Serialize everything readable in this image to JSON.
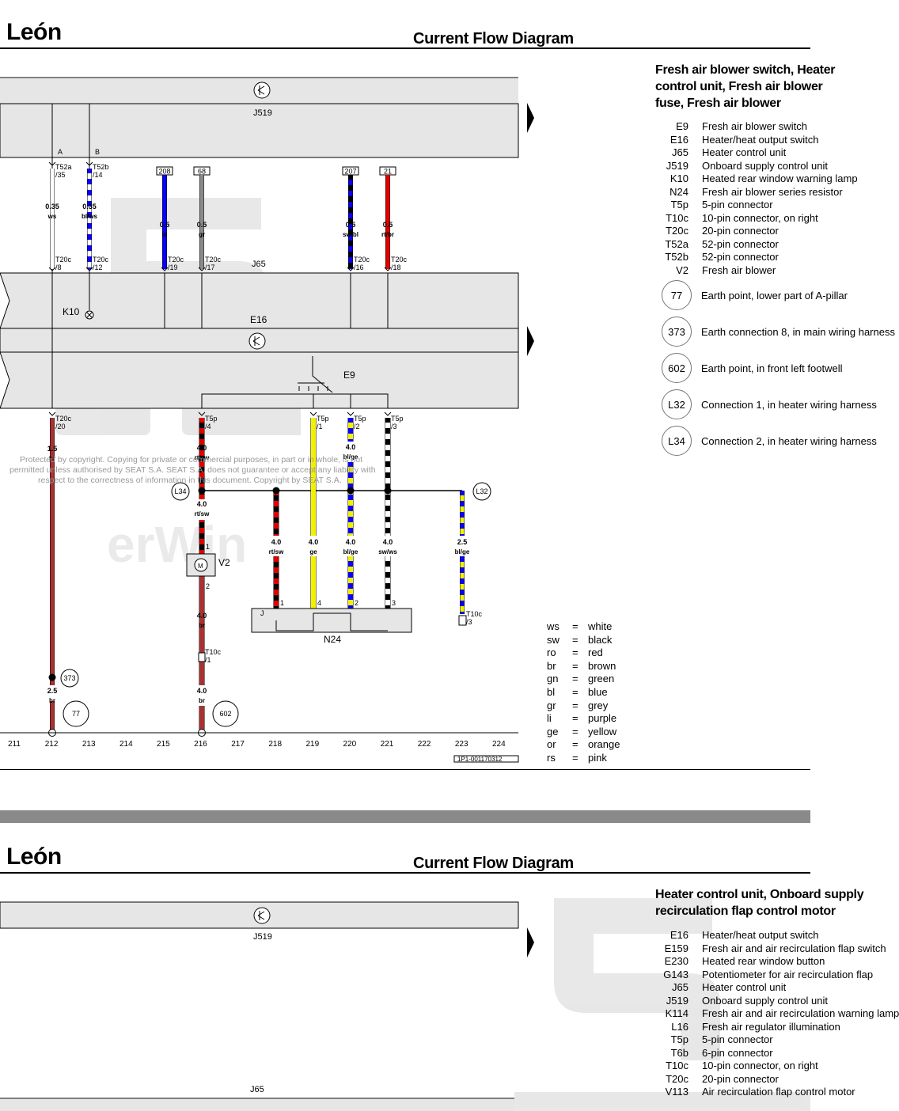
{
  "pages": [
    {
      "brand": "León",
      "title": "Current Flow Diagram",
      "diagram_title_lines": [
        "Fresh air blower switch, Heater",
        "control unit, Fresh air blower",
        "fuse, Fresh air blower"
      ],
      "legend": [
        {
          "code": "E9",
          "text": "Fresh air blower switch"
        },
        {
          "code": "E16",
          "text": "Heater/heat output switch"
        },
        {
          "code": "J65",
          "text": "Heater control unit"
        },
        {
          "code": "J519",
          "text": "Onboard supply control unit"
        },
        {
          "code": "K10",
          "text": "Heated rear window warning lamp"
        },
        {
          "code": "N24",
          "text": "Fresh air blower series resistor"
        },
        {
          "code": "T5p",
          "text": "5-pin connector"
        },
        {
          "code": "T10c",
          "text": "10-pin connector, on right"
        },
        {
          "code": "T20c",
          "text": "20-pin connector"
        },
        {
          "code": "T52a",
          "text": "52-pin connector"
        },
        {
          "code": "T52b",
          "text": "52-pin connector"
        },
        {
          "code": "V2",
          "text": "Fresh air blower"
        }
      ],
      "circle_legend": [
        {
          "code": "77",
          "text": "Earth point, lower part of A-pillar"
        },
        {
          "code": "373",
          "text": "Earth connection 8, in main wiring harness"
        },
        {
          "code": "602",
          "text": "Earth point, in front left footwell"
        },
        {
          "code": "L32",
          "text": "Connection 1, in heater wiring harness"
        },
        {
          "code": "L34",
          "text": "Connection 2, in heater wiring harness"
        }
      ],
      "wire_colors": [
        {
          "abbr": "ws",
          "name": "white"
        },
        {
          "abbr": "sw",
          "name": "black"
        },
        {
          "abbr": "ro",
          "name": "red"
        },
        {
          "abbr": "br",
          "name": "brown"
        },
        {
          "abbr": "gn",
          "name": "green"
        },
        {
          "abbr": "bl",
          "name": "blue"
        },
        {
          "abbr": "gr",
          "name": "grey"
        },
        {
          "abbr": "li",
          "name": "purple"
        },
        {
          "abbr": "ge",
          "name": "yellow"
        },
        {
          "abbr": "or",
          "name": "orange"
        },
        {
          "abbr": "rs",
          "name": "pink"
        }
      ],
      "copyright": [
        "Protected by copyright. Copying for private or commercial purposes, in part or in whole, is not",
        "permitted unless authorised by SEAT S.A. SEAT S.A. does not guarantee or accept any liability with",
        "respect to the correctness of information in this document. Copyright by SEAT S.A."
      ],
      "watermark": "erWin",
      "doc_number": "1P1-001170312",
      "components": {
        "j519": "J519",
        "j65": "J65",
        "k10": "K10",
        "e16": "E16",
        "e9": "E9",
        "v2": "V2",
        "n24": "N24",
        "j": "J",
        "motor": "M"
      },
      "tracks": [
        "211",
        "212",
        "213",
        "214",
        "215",
        "216",
        "217",
        "218",
        "219",
        "220",
        "221",
        "222",
        "223",
        "224"
      ],
      "top_letters": [
        "A",
        "B"
      ],
      "fuse_numbers": [
        "208",
        "68",
        "207",
        "21"
      ],
      "connector_labels": [
        {
          "name": "T52a",
          "pin": "/35"
        },
        {
          "name": "T52b",
          "pin": "/14"
        },
        {
          "name": "T20c",
          "pin": "/8"
        },
        {
          "name": "T20c",
          "pin": "/12"
        },
        {
          "name": "T20c",
          "pin": "/19"
        },
        {
          "name": "T20c",
          "pin": "/17"
        },
        {
          "name": "T20c",
          "pin": "/16"
        },
        {
          "name": "T20c",
          "pin": "/18"
        },
        {
          "name": "T20c",
          "pin": "/20"
        },
        {
          "name": "T5p",
          "pin": "/4"
        },
        {
          "name": "T5p",
          "pin": "/1"
        },
        {
          "name": "T5p",
          "pin": "/2"
        },
        {
          "name": "T5p",
          "pin": "/3"
        },
        {
          "name": "T10c",
          "pin": "/1"
        },
        {
          "name": "T10c",
          "pin": "/3"
        }
      ],
      "wire_labels": [
        {
          "size": "0.35",
          "color": "ws"
        },
        {
          "size": "0.35",
          "color": "bl/ws"
        },
        {
          "size": "0.5",
          "color": "bl"
        },
        {
          "size": "0.5",
          "color": "gr"
        },
        {
          "size": "0.5",
          "color": "sw/bl"
        },
        {
          "size": "0.5",
          "color": "rt/br"
        },
        {
          "size": "1.5",
          "color": "br"
        },
        {
          "size": "4.0",
          "color": "rt/sw"
        },
        {
          "size": "4.0",
          "color": "bl/ge"
        },
        {
          "size": "4.0",
          "color": "rt/sw"
        },
        {
          "size": "4.0",
          "color": "rt/sw"
        },
        {
          "size": "4.0",
          "color": "ge"
        },
        {
          "size": "4.0",
          "color": "bl/ge"
        },
        {
          "size": "4.0",
          "color": "sw/ws"
        },
        {
          "size": "2.5",
          "color": "bl/ge"
        },
        {
          "size": "4.0",
          "color": "br"
        },
        {
          "size": "4.0",
          "color": "br"
        },
        {
          "size": "2.5",
          "color": "br"
        }
      ],
      "circles": [
        "373",
        "77",
        "602",
        "L34",
        "L32"
      ],
      "pin_numbers": [
        "1",
        "2",
        "1",
        "4",
        "2",
        "3"
      ]
    },
    {
      "brand": "León",
      "title": "Current Flow Diagram",
      "diagram_title_lines": [
        "Heater control unit, Onboard supply",
        "recirculation flap control motor"
      ],
      "legend": [
        {
          "code": "E16",
          "text": "Heater/heat output switch"
        },
        {
          "code": "E159",
          "text": "Fresh air and air recirculation flap switch"
        },
        {
          "code": "E230",
          "text": "Heated rear window button"
        },
        {
          "code": "G143",
          "text": "Potentiometer for air recirculation flap"
        },
        {
          "code": "J65",
          "text": "Heater control unit"
        },
        {
          "code": "J519",
          "text": "Onboard supply control unit"
        },
        {
          "code": "K114",
          "text": "Fresh air and air recirculation warning lamp"
        },
        {
          "code": "L16",
          "text": "Fresh air regulator illumination"
        },
        {
          "code": "T5p",
          "text": "5-pin connector"
        },
        {
          "code": "T6b",
          "text": "6-pin connector"
        },
        {
          "code": "T10c",
          "text": "10-pin connector, on right"
        },
        {
          "code": "T20c",
          "text": "20-pin connector"
        },
        {
          "code": "V113",
          "text": "Air recirculation flap control motor"
        }
      ],
      "components": {
        "j519": "J519",
        "j65": "J65"
      }
    }
  ]
}
